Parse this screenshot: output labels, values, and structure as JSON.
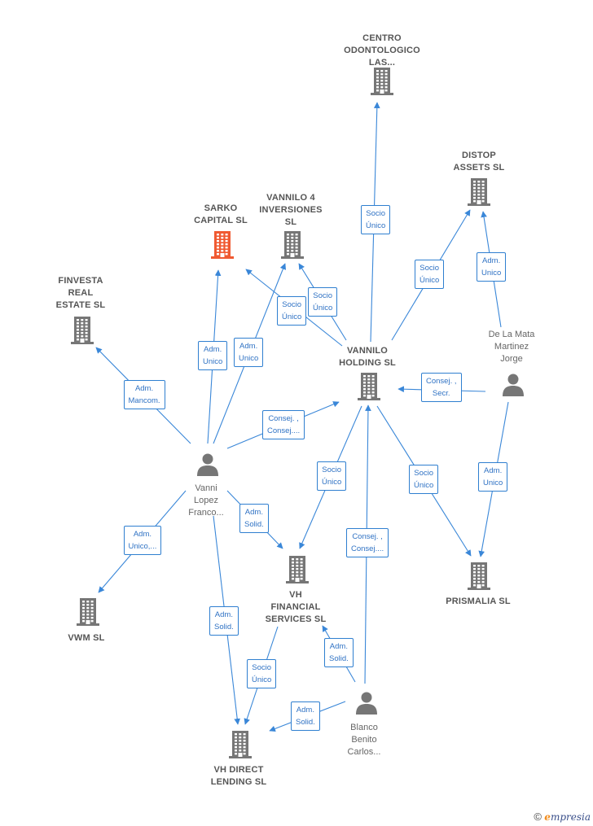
{
  "colors": {
    "edge": "#3a87d8",
    "icon": "#767676",
    "highlight": "#f05a32",
    "label_border": "#2f7fd0"
  },
  "nodes": [
    {
      "id": "centro",
      "label": "CENTRO\nODONTOLOGICO\nLAS...",
      "type": "company"
    },
    {
      "id": "distop",
      "label": "DISTOP\nASSETS  SL",
      "type": "company"
    },
    {
      "id": "sarko",
      "label": "SARKO\nCAPITAL  SL",
      "type": "company",
      "highlight": true
    },
    {
      "id": "vannilo4",
      "label": "VANNILO 4\nINVERSIONES\nSL",
      "type": "company"
    },
    {
      "id": "finvesta",
      "label": "FINVESTA\nREAL\nESTATE  SL",
      "type": "company"
    },
    {
      "id": "vannilo_h",
      "label": "VANNILO\nHOLDING  SL",
      "type": "company"
    },
    {
      "id": "delamata",
      "label": "De La Mata\nMartinez\nJorge",
      "type": "person"
    },
    {
      "id": "vanni",
      "label": "Vanni\nLopez\nFranco...",
      "type": "person"
    },
    {
      "id": "vh_fin",
      "label": "VH\nFINANCIAL\nSERVICES  SL",
      "type": "company"
    },
    {
      "id": "prismalia",
      "label": "PRISMALIA  SL",
      "type": "company"
    },
    {
      "id": "vwm",
      "label": "VWM  SL",
      "type": "company"
    },
    {
      "id": "blanco",
      "label": "Blanco\nBenito\nCarlos...",
      "type": "person"
    },
    {
      "id": "vh_direct",
      "label": "VH DIRECT\nLENDING  SL",
      "type": "company"
    }
  ],
  "relations": [
    {
      "id": "r1",
      "label": "Socio\nÚnico",
      "from": "vannilo_h",
      "to": "centro"
    },
    {
      "id": "r2",
      "label": "Socio\nÚnico",
      "from": "vannilo_h",
      "to": "distop"
    },
    {
      "id": "r3",
      "label": "Adm.\nUnico",
      "from": "delamata",
      "to": "distop"
    },
    {
      "id": "r4",
      "label": "Socio\nÚnico",
      "from": "vannilo_h",
      "to": "vannilo4"
    },
    {
      "id": "r5",
      "label": "Socio\nÚnico",
      "from": "vannilo_h",
      "to": "sarko"
    },
    {
      "id": "r6",
      "label": "Adm.\nUnico",
      "from": "vanni",
      "to": "sarko"
    },
    {
      "id": "r7",
      "label": "Adm.\nUnico",
      "from": "vanni",
      "to": "vannilo4"
    },
    {
      "id": "r8",
      "label": "Adm.\nMancom.",
      "from": "vanni",
      "to": "finvesta"
    },
    {
      "id": "r9",
      "label": "Consej. ,\nConsej....",
      "from": "vanni",
      "to": "vannilo_h"
    },
    {
      "id": "r10",
      "label": "Consej. ,\nSecr.",
      "from": "delamata",
      "to": "vannilo_h"
    },
    {
      "id": "r11",
      "label": "Socio\nÚnico",
      "from": "vannilo_h",
      "to": "vh_fin"
    },
    {
      "id": "r12",
      "label": "Socio\nÚnico",
      "from": "vannilo_h",
      "to": "prismalia"
    },
    {
      "id": "r13",
      "label": "Adm.\nUnico",
      "from": "delamata",
      "to": "prismalia"
    },
    {
      "id": "r14",
      "label": "Adm.\nUnico,...",
      "from": "vanni",
      "to": "vwm"
    },
    {
      "id": "r15",
      "label": "Adm.\nSolid.",
      "from": "vanni",
      "to": "vh_fin"
    },
    {
      "id": "r16",
      "label": "Consej. ,\nConsej....",
      "from": "blanco",
      "to": "vannilo_h"
    },
    {
      "id": "r17",
      "label": "Adm.\nSolid.",
      "from": "vanni",
      "to": "vh_direct"
    },
    {
      "id": "r18",
      "label": "Socio\nÚnico",
      "from": "vh_fin",
      "to": "vh_direct"
    },
    {
      "id": "r19",
      "label": "Adm.\nSolid.",
      "from": "blanco",
      "to": "vh_fin"
    },
    {
      "id": "r20",
      "label": "Adm.\nSolid.",
      "from": "blanco",
      "to": "vh_direct"
    }
  ],
  "footer": {
    "copyright": "©",
    "brand_initial": "e",
    "brand_rest": "mpresia"
  }
}
